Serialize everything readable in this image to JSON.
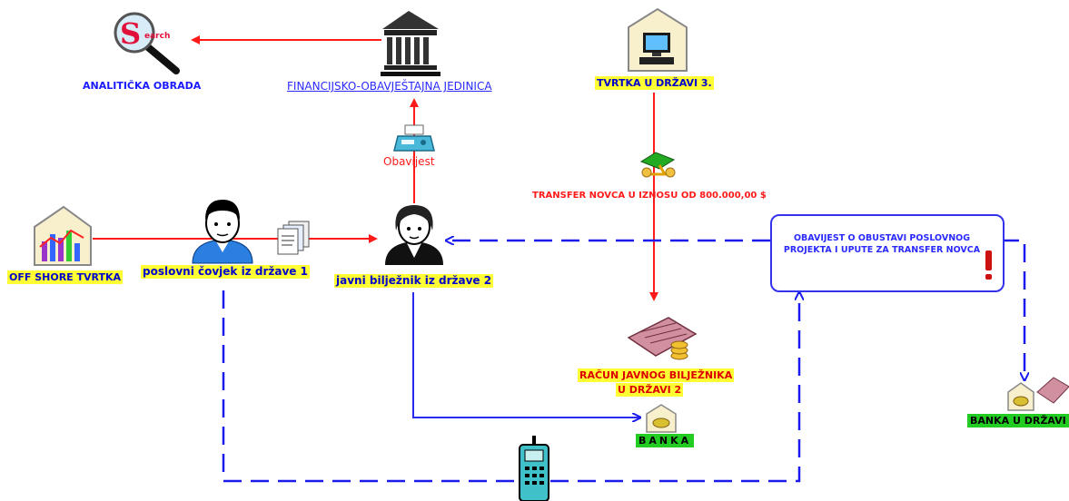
{
  "nodes": {
    "analytic": "ANALITIČKA OBRADA",
    "fiu": "FINANCIJSKO-OBAVJEŠTAJNA JEDINICA",
    "company3": "TVRTKA U DRŽAVI 3.",
    "transfer": "TRANSFER NOVCA U IZNOSU OD 800.000,00 $",
    "notice": "OBAVIJEST O OBUSTAVI POSLOVNOG PROJEKTA I UPUTE ZA TRANSFER NOVCA",
    "offshore": "OFF SHORE TVRTKA",
    "businessman": "poslovni čovjek iz države 1",
    "notary": "javni bilježnik iz države 2",
    "notification": "Obavijest",
    "notary_account_line1": "RAČUN  JAVNOG BILJEŽNIKA",
    "notary_account_line2": "U DRŽAVI 2",
    "bank": "BANKA",
    "bank_state": "BANKA U DRŽAVI"
  },
  "icons": {
    "search": "search-magnifier-icon",
    "bank_building": "bank-building-icon",
    "computer_house": "computer-house-icon",
    "chart_house": "chart-house-icon",
    "documents": "documents-icon",
    "fax": "fax-machine-icon",
    "money_transfer": "money-transfer-icon",
    "coins": "coins-icon",
    "mobile_phone": "mobile-phone-icon",
    "exclamation": "exclamation-icon"
  },
  "colors": {
    "solid_flow": "#ff1a1a",
    "dashed_flow": "#1a1aee",
    "bank_flow": "#2a2aee",
    "highlight_yellow": "#ffff33",
    "highlight_green": "#22cc22"
  },
  "search_letters": {
    "big": "S",
    "small": "earch"
  }
}
